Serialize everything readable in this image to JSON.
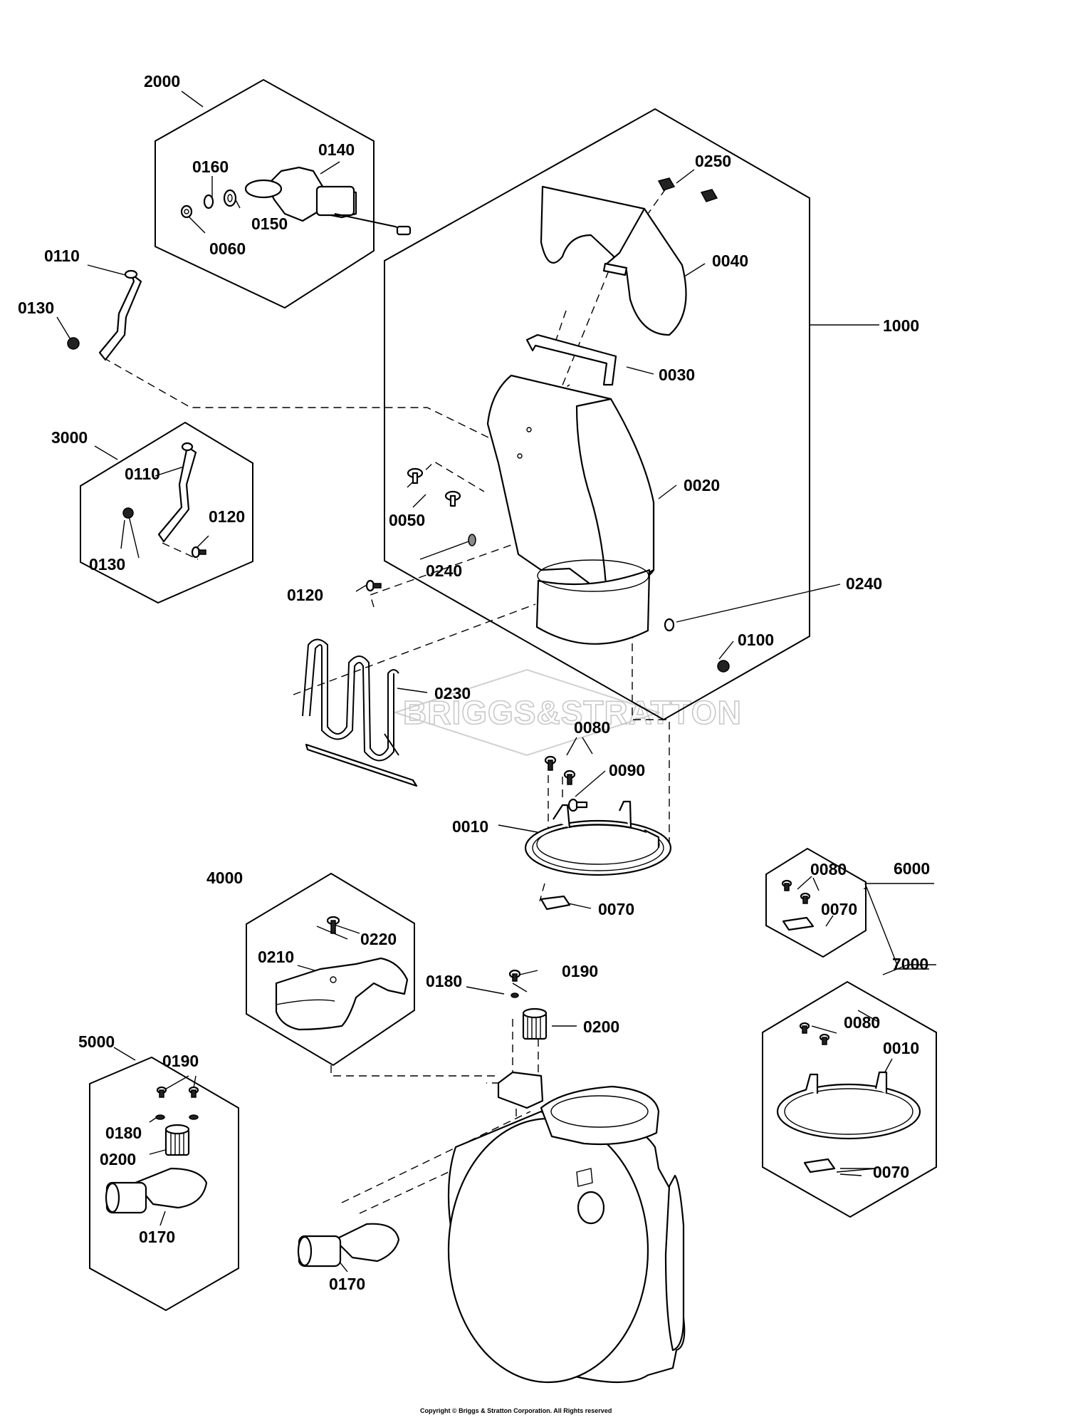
{
  "diagram": {
    "watermark": "BRIGGS&STRATTON",
    "copyright": "Copyright © Briggs & Stratton Corporation. All Rights reserved",
    "labels": {
      "k2000": "2000",
      "k1000": "1000",
      "k3000": "3000",
      "k4000": "4000",
      "k5000": "5000",
      "k6000": "6000",
      "k7000": "7000",
      "p0140": "0140",
      "p0160": "0160",
      "p0150": "0150",
      "p0060": "0060",
      "p0110a": "0110",
      "p0130a": "0130",
      "p0250": "0250",
      "p0040": "0040",
      "p0030": "0030",
      "p0020": "0020",
      "p0050": "0050",
      "p0240a": "0240",
      "p0240b": "0240",
      "p0100": "0100",
      "p0110b": "0110",
      "p0120a": "0120",
      "p0130b": "0130",
      "p0120b": "0120",
      "p0230": "0230",
      "p0080a": "0080",
      "p0090": "0090",
      "p0010a": "0010",
      "p0070a": "0070",
      "p0080b": "0080",
      "p0070b": "0070",
      "p0220": "0220",
      "p0210": "0210",
      "p0190a": "0190",
      "p0180a": "0180",
      "p0200a": "0200",
      "p0080c": "0080",
      "p0010b": "0010",
      "p0070c": "0070",
      "p0190b": "0190",
      "p0180b": "0180",
      "p0200b": "0200",
      "p0170a": "0170",
      "p0170b": "0170"
    }
  }
}
